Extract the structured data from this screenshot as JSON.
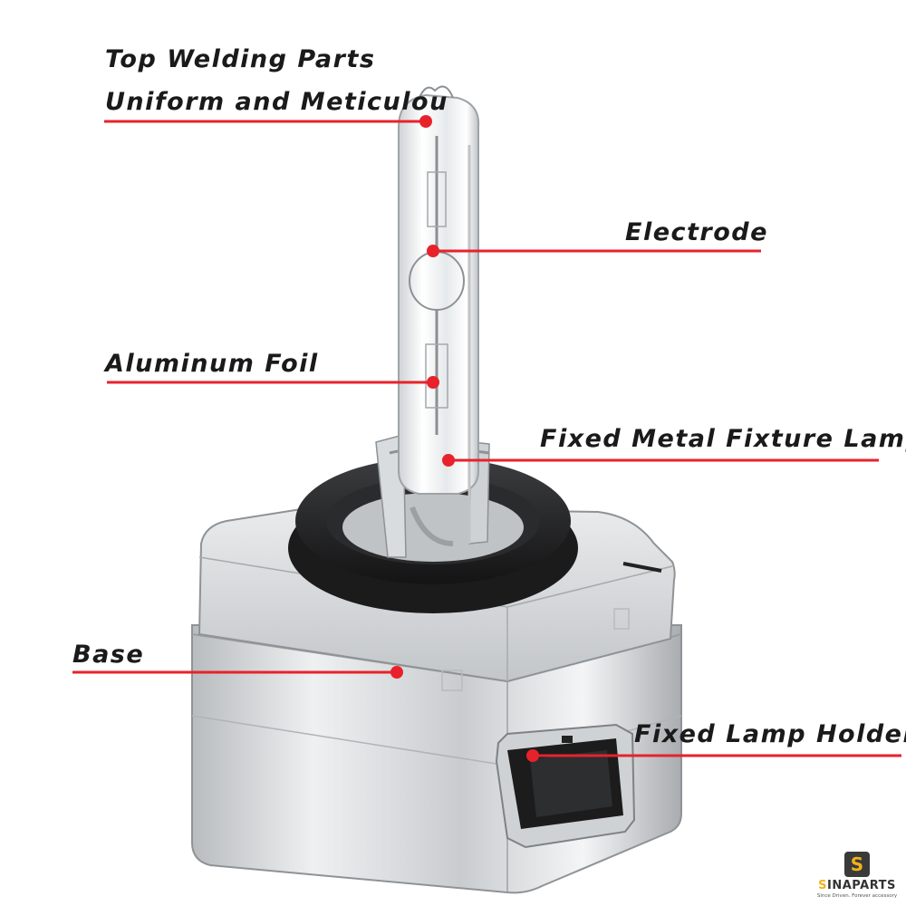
{
  "labels": {
    "top_welding_line1": "Top Welding Parts",
    "top_welding_line2": "Uniform and Meticulou",
    "electrode": "Electrode",
    "aluminum_foil": "Aluminum Foil",
    "fixed_metal_fixture": "Fixed Metal Fixture Lamp",
    "base": "Base",
    "fixed_lamp_holder": "Fixed Lamp Holder"
  },
  "logo": {
    "mark": "S",
    "name_lead": "S",
    "name_rest": "INAPARTS",
    "tagline": "Since Driven. Forever accessory"
  },
  "colors": {
    "callout_red": "#e8222b",
    "label_text": "#1a1a1a",
    "background": "#ffffff"
  }
}
